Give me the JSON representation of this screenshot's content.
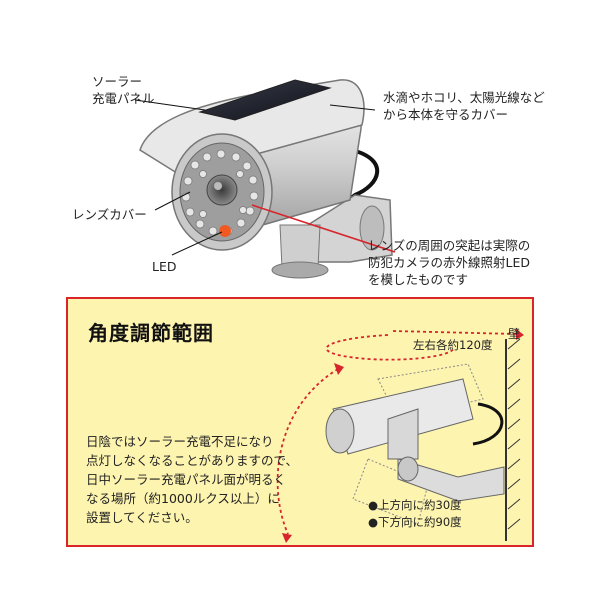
{
  "top": {
    "labels": {
      "solar_panel": [
        "ソーラー",
        "充電パネル"
      ],
      "cover": [
        "水滴やホコリ、太陽光線など",
        "から本体を守るカバー"
      ],
      "lens_cover": "レンズカバー",
      "led": "LED",
      "protrusion": [
        "レンズの周囲の突起は実際の",
        "防犯カメラの赤外線照射LED",
        "を模したものです"
      ]
    }
  },
  "panel": {
    "title": "角度調節範囲",
    "note_lines": [
      "日陰ではソーラー充電不足になり",
      "点灯しなくなることがありますので、",
      "日中ソーラー充電パネル面が明るく",
      "なる場所（約1000ルクス以上）に",
      "設置してください。"
    ],
    "horizontal_angle": "左右各約120度",
    "wall": "壁",
    "bullets": [
      "●上方向に約30度",
      "●下方向に約90度"
    ]
  },
  "colors": {
    "accent_red": "#d8242b",
    "panel_bg": "#fdf4b0",
    "led_orange": "#f05a22"
  }
}
